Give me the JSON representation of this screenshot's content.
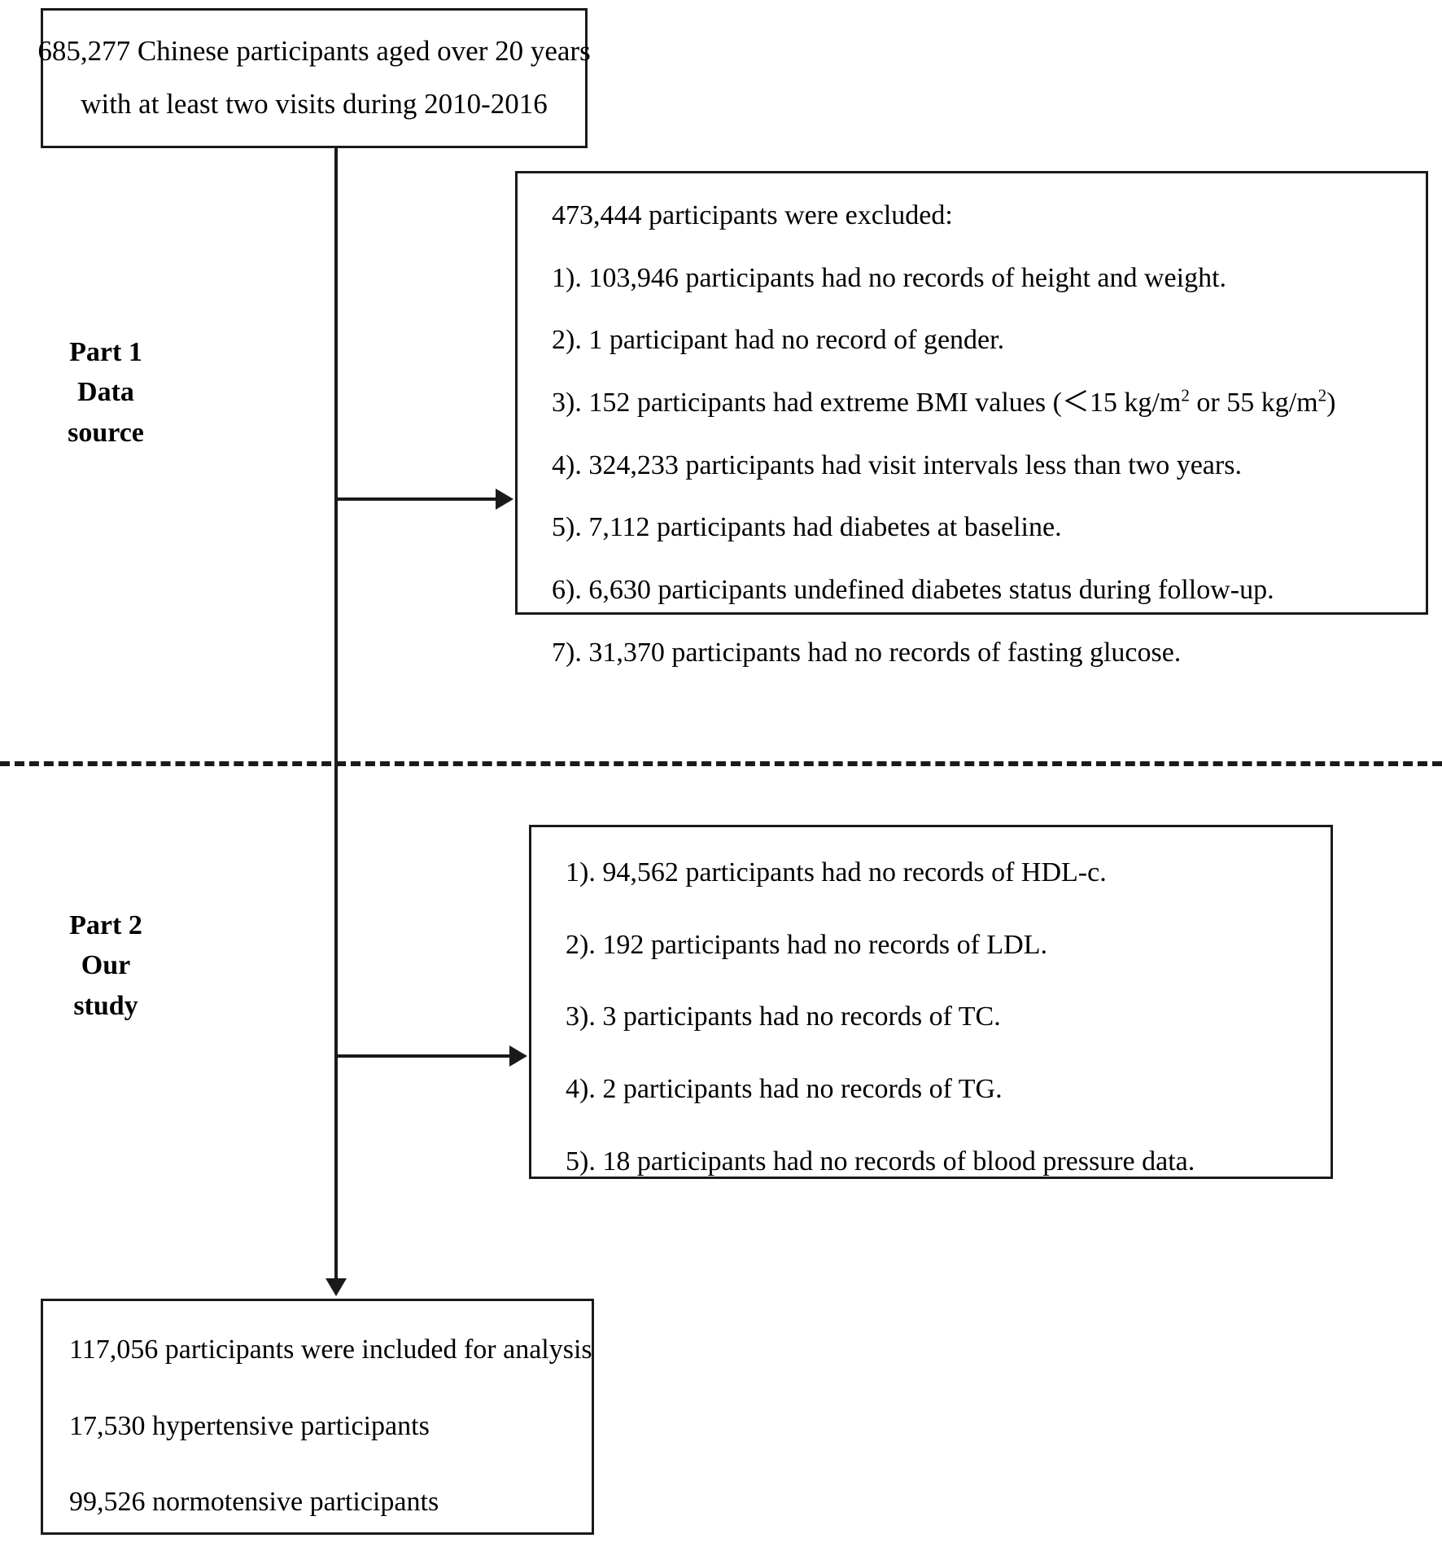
{
  "figure": {
    "type": "participant-flow-diagram",
    "accent_color": "#1a1a1a",
    "background_color": "#ffffff"
  },
  "source_box": {
    "line1": "685,277 Chinese participants aged over 20 years",
    "line2": "with at least two visits during 2010-2016"
  },
  "part1": {
    "label_line1": "Part 1",
    "label_line2": "Data",
    "label_line3": "source",
    "exclusion_box": {
      "header": "473,444 participants were excluded:",
      "items": [
        "1). 103,946 participants had no records of height and weight.",
        "2). 1 participant had no record of gender.",
        "3). 152 participants had extreme BMI values (＜15 kg/m",
        "4). 324,233 participants had visit intervals less than two years.",
        "5). 7,112 participants had diabetes at baseline.",
        "6). 6,630 participants undefined diabetes status during follow-up.",
        "7). 31,370 participants had no records of fasting glucose."
      ],
      "bmi_line": {
        "prefix": "3). 152 participants had extreme BMI values (＜15 kg/m",
        "sup1": "2",
        "middle": " or 55 kg/m",
        "sup2": "2",
        "suffix": ")"
      }
    }
  },
  "part2": {
    "label_line1": "Part 2",
    "label_line2": "Our",
    "label_line3": "study",
    "exclusion_box": {
      "items": [
        "1). 94,562 participants had no records of HDL-c.",
        "2). 192 participants had no records of LDL.",
        "3). 3 participants had no records of TC.",
        "4). 2 participants had no records of TG.",
        "5). 18 participants had no records of blood pressure data."
      ]
    }
  },
  "final_box": {
    "line1": "117,056 participants were included for analysis",
    "line2": "17,530 hypertensive participants",
    "line3": "99,526 normotensive participants"
  }
}
